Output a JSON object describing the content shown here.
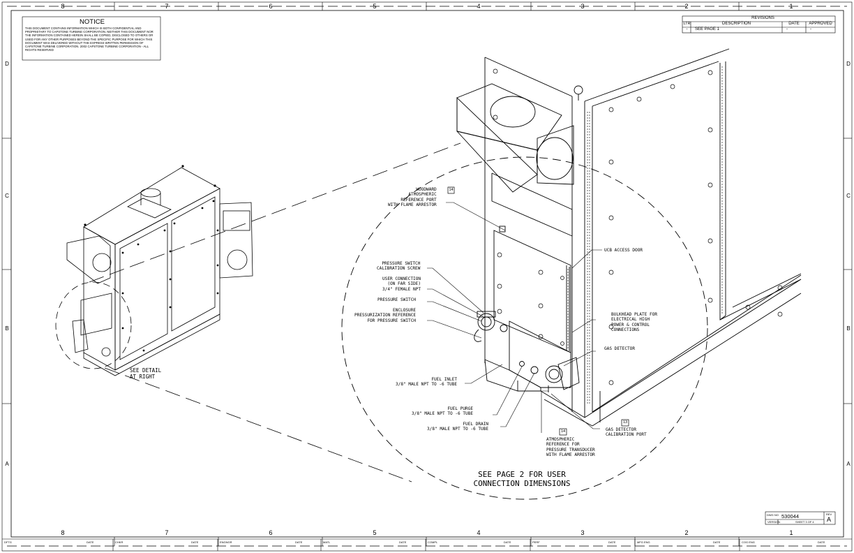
{
  "border": {
    "zone_numbers": [
      "8",
      "7",
      "6",
      "5",
      "4",
      "3",
      "2",
      "1"
    ],
    "zone_letters": [
      "D",
      "C",
      "B",
      "A"
    ]
  },
  "notice": {
    "title": "NOTICE",
    "body": "THIS DOCUMENT CONTAINS INFORMATION WHICH IS BOTH CONFIDENTIAL AND PROPRIETARY TO CAPSTONE TURBINE CORPORATION. NEITHER THIS DOCUMENT NOR THE INFORMATION CONTAINED HEREIN SHALL BE COPIED, DISCLOSED TO OTHERS OR USED FOR ANY OTHER PURPOSES BEYOND THE SPECIFIC PURPOSE FOR WHICH THIS DOCUMENT WAS DELIVERED WITHOUT THE EXPRESS WRITTEN PERMISSION OF CAPSTONE TURBINE CORPORATION. 2002 CAPSTONE TURBINE CORPORATION - ALL RIGHTS RESERVED"
  },
  "revisions": {
    "title": "REVISIONS",
    "headers": {
      "ltr": "LTR",
      "description": "DESCRIPTION",
      "date": "DATE",
      "approved": "APPROVED"
    },
    "row": {
      "ltr": "-",
      "description": "SEE PAGE 1",
      "date": "-",
      "approved": "-"
    }
  },
  "labels": {
    "see_detail": "SEE DETAIL\nAT RIGHT",
    "woodward": "WOODWARD\nATMOSPHERIC\nREFERENCE PORT\nWITH FLAME ARRESTOR",
    "woodward_num": "14",
    "ucb_door": "UCB ACCESS DOOR",
    "pressure_switch_cal": "PRESSURE SWITCH\nCALIBRATION SCREW",
    "user_connection": "USER CONNECTION\n(ON FAR SIDE)\n3/4\" FEMALE NPT",
    "pressure_switch": "PRESSURE SWITCH",
    "enclosure_ref": "ENCLOSURE\nPRESSURIZATION REFERENCE\nFOR PRESSURE SWITCH",
    "bulkhead": "BULKHEAD PLATE FOR\nELECTRICAL HIGH\nPOWER & CONTROL\nCONNECTIONS",
    "gas_detector": "GAS DETECTOR",
    "fuel_inlet": "FUEL INLET\n3/8\" MALE NPT TO -6 TUBE",
    "fuel_purge": "FUEL PURGE\n3/8\" MALE NPT TO -6 TUBE",
    "fuel_drain": "FUEL DRAIN\n3/8\" MALE NPT TO -6 TUBE",
    "atm_ref_num": "14",
    "atm_ref": "ATMOSPHERIC\nREFERENCE FOR\nPRESSURE TRANSDUCER\nWITH FLAME ARRESTOR",
    "gas_cal_num": "13",
    "gas_cal": "GAS DETECTOR\nCALIBRATION PORT",
    "see_page2": "SEE PAGE 2 FOR USER\nCONNECTION DIMENSIONS"
  },
  "title_block": {
    "dwg_no_label": "DWG NO",
    "dwg_no": "530044",
    "rev_label": "REV",
    "rev": "A",
    "version_label": "VERSION",
    "sheet": "SHEET 3 OF 4",
    "bottom_cells": [
      "DFTG",
      "DATE",
      "CHKR",
      "DATE",
      "ENGNGR",
      "DATE",
      "MATL",
      "DATE",
      "COMPL",
      "DATE",
      "PERF",
      "DATE",
      "MFG ENG",
      "DATE",
      "COG ENG",
      "DATE"
    ]
  }
}
